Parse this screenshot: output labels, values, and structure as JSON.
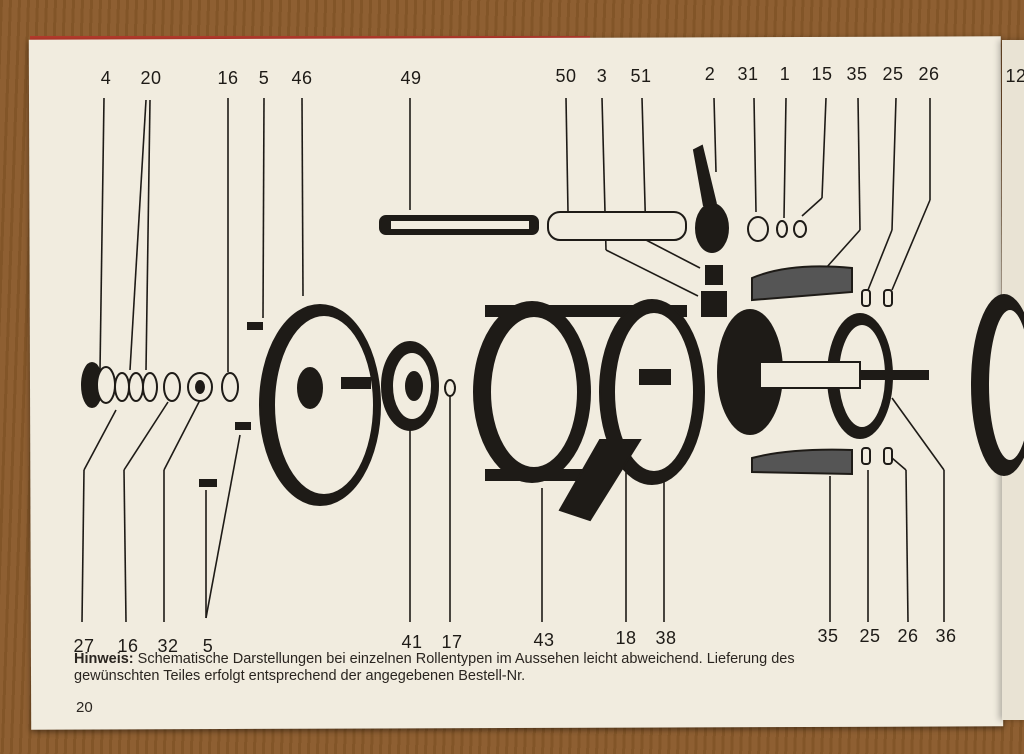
{
  "labels_top": [
    "4",
    "20",
    "16",
    "5",
    "46",
    "49",
    "50",
    "3",
    "51",
    "2",
    "31",
    "1",
    "15",
    "35",
    "25",
    "26",
    "12"
  ],
  "labels_bottom": [
    "27",
    "16",
    "32",
    "5",
    "41",
    "17",
    "43",
    "18",
    "38",
    "35",
    "25",
    "26",
    "36"
  ],
  "note": {
    "heading": "Hinweis:",
    "text_line1": "Schematische Darstellungen bei einzelnen Rollentypen im Aussehen leicht abweichend. Lieferung des",
    "text_line2": "gewünschten Teiles erfolgt entsprechend der angegebenen Bestell-Nr."
  },
  "page_number": "20",
  "colors": {
    "paper": "#f1ecdf",
    "ink": "#1e1b17",
    "table": "#8a5a2b"
  }
}
